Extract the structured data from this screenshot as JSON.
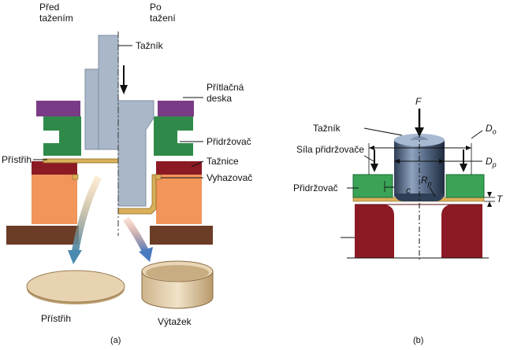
{
  "left": {
    "before_drawing": "Před tažením",
    "after_drawing": "Po tažení",
    "labels": {
      "punch": "Tažník",
      "pressure_plate": "Přítlačná deska",
      "blank_holder": "Přidržovač",
      "blank": "Přístřih",
      "die": "Tažnice",
      "ejector": "Vyhazovač"
    },
    "part_blank": "Přístřih",
    "part_cup": "Výtažek",
    "caption": "(a)"
  },
  "right": {
    "force": "F",
    "punch": "Tažník",
    "holder_force": "Síla přidržovače",
    "blank_holder": "Přidržovač",
    "D_o": "D",
    "D_o_sub": "o",
    "D_p": "D",
    "D_p_sub": "p",
    "R_p": "R",
    "R_p_sub": "p",
    "clearance": "c",
    "thickness": "T",
    "caption": "(b)"
  },
  "colors": {
    "punch": "#a9b7c8",
    "pressure_plate": "#7a3b86",
    "blank_holder": "#2f8a49",
    "die_red": "#8c1a24",
    "die_orange": "#f2955a",
    "base": "#6b3c26",
    "blank_gold": "#d9b05a",
    "green_right": "#3aa356",
    "disc": "#e8d3b0"
  }
}
